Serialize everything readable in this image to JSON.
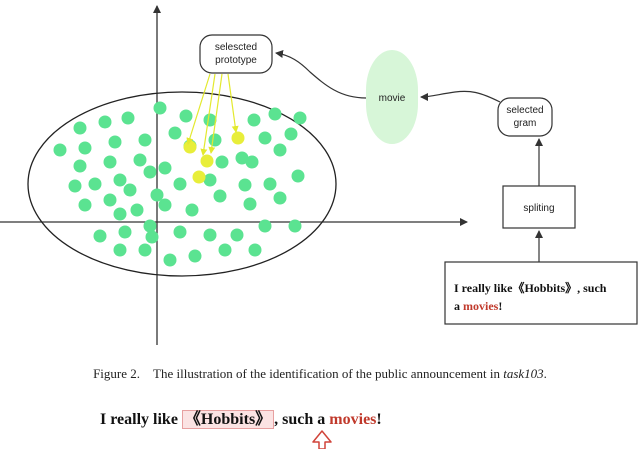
{
  "boxes": {
    "selected_prototype": [
      "selescted",
      "prototype"
    ],
    "movie": "movie",
    "selected_gram": [
      "selected",
      "gram"
    ],
    "spliting": "spliting"
  },
  "sentence_box": {
    "line1": "I really like《Hobbits》, such",
    "line2_prefix": "a ",
    "line2_red": "movies",
    "line2_suffix": "!"
  },
  "caption": {
    "prefix": "Figure 2. The illustration of the identification of the public announcement in ",
    "task": "task103",
    "suffix": "."
  },
  "bottom_sentence": {
    "part1": "I really like ",
    "highlight": "《Hobbits》",
    "part2": ", such a ",
    "red": "movies",
    "part3": "!"
  },
  "colors": {
    "green_point": "#5be391",
    "yellow_point": "#e8ee3a",
    "movie_fill": "#d7f6d8",
    "accent_red": "#c0392b",
    "arrow": "#333333"
  }
}
